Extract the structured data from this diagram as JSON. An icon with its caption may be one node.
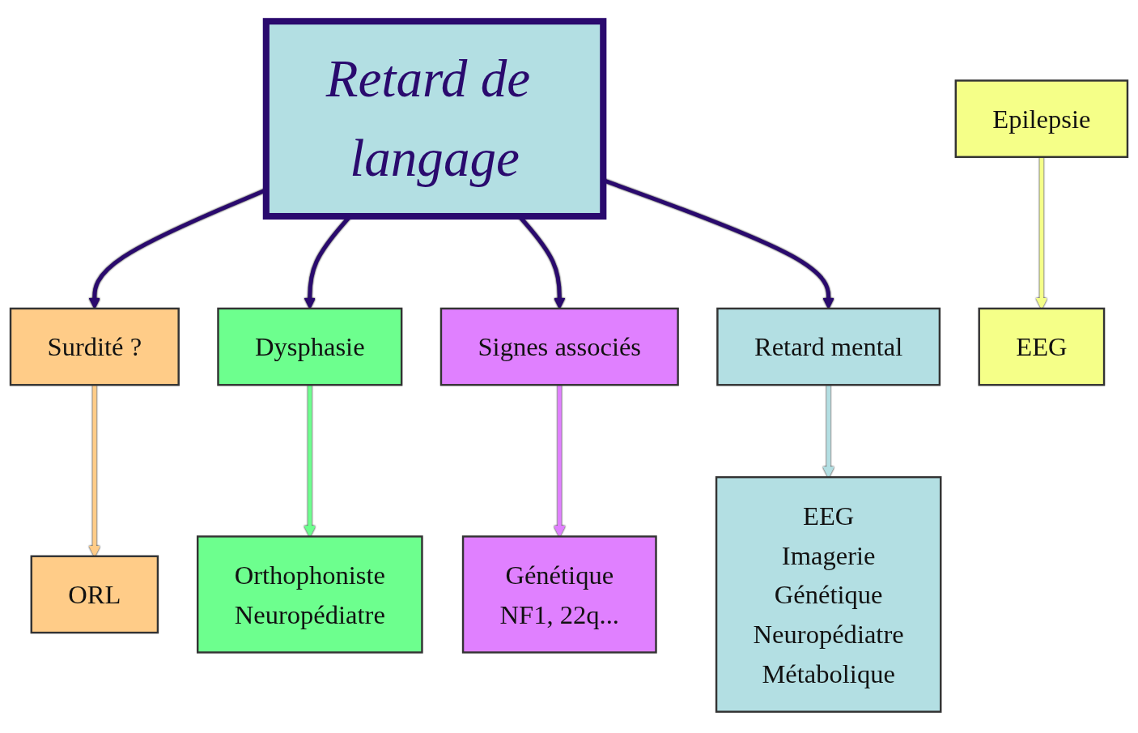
{
  "diagram": {
    "nodes": [
      {
        "text": [
          "Retard de langage"
        ]
      },
      {
        "text": [
          "Surdité ?"
        ]
      },
      {
        "text": [
          "Dysphasie"
        ]
      },
      {
        "text": [
          "Epilepsie"
        ]
      },
      {
        "text": [
          "Signes associés"
        ]
      },
      {
        "text": [
          "Retard mental"
        ]
      },
      {
        "text": [
          "ORL"
        ]
      },
      {
        "text": [
          "Orthophoniste",
          "Neuropédiatre"
        ]
      },
      {
        "text": [
          "EEG"
        ]
      },
      {
        "text": [
          "Génétique",
          "NF1, 22q..."
        ]
      },
      {
        "text": [
          "EEG",
          "Imagerie",
          "Génétique",
          "Neuropédiatre",
          "Métabolique"
        ]
      }
    ],
    "edges": [
      {
        "from": 0,
        "to": 1,
        "arrow": "to"
      },
      {
        "from": 0,
        "to": 2,
        "arrow": "to"
      },
      {
        "from": 0,
        "to": 4,
        "arrow": "to"
      },
      {
        "from": 0,
        "to": 5,
        "arrow": "to"
      },
      {
        "from": 1,
        "to": 6,
        "arrow": "to",
        "color": "#ffcc88"
      },
      {
        "from": 2,
        "to": 7,
        "arrow": "to",
        "color": "#6dff8e"
      },
      {
        "from": 3,
        "to": 8,
        "arrow": "to",
        "color": "#f5ff88"
      },
      {
        "from": 4,
        "to": 9,
        "arrow": "to",
        "color": "#e080ff"
      },
      {
        "from": 5,
        "to": 10,
        "arrow": "to",
        "color": "#b3dfe3"
      }
    ]
  }
}
